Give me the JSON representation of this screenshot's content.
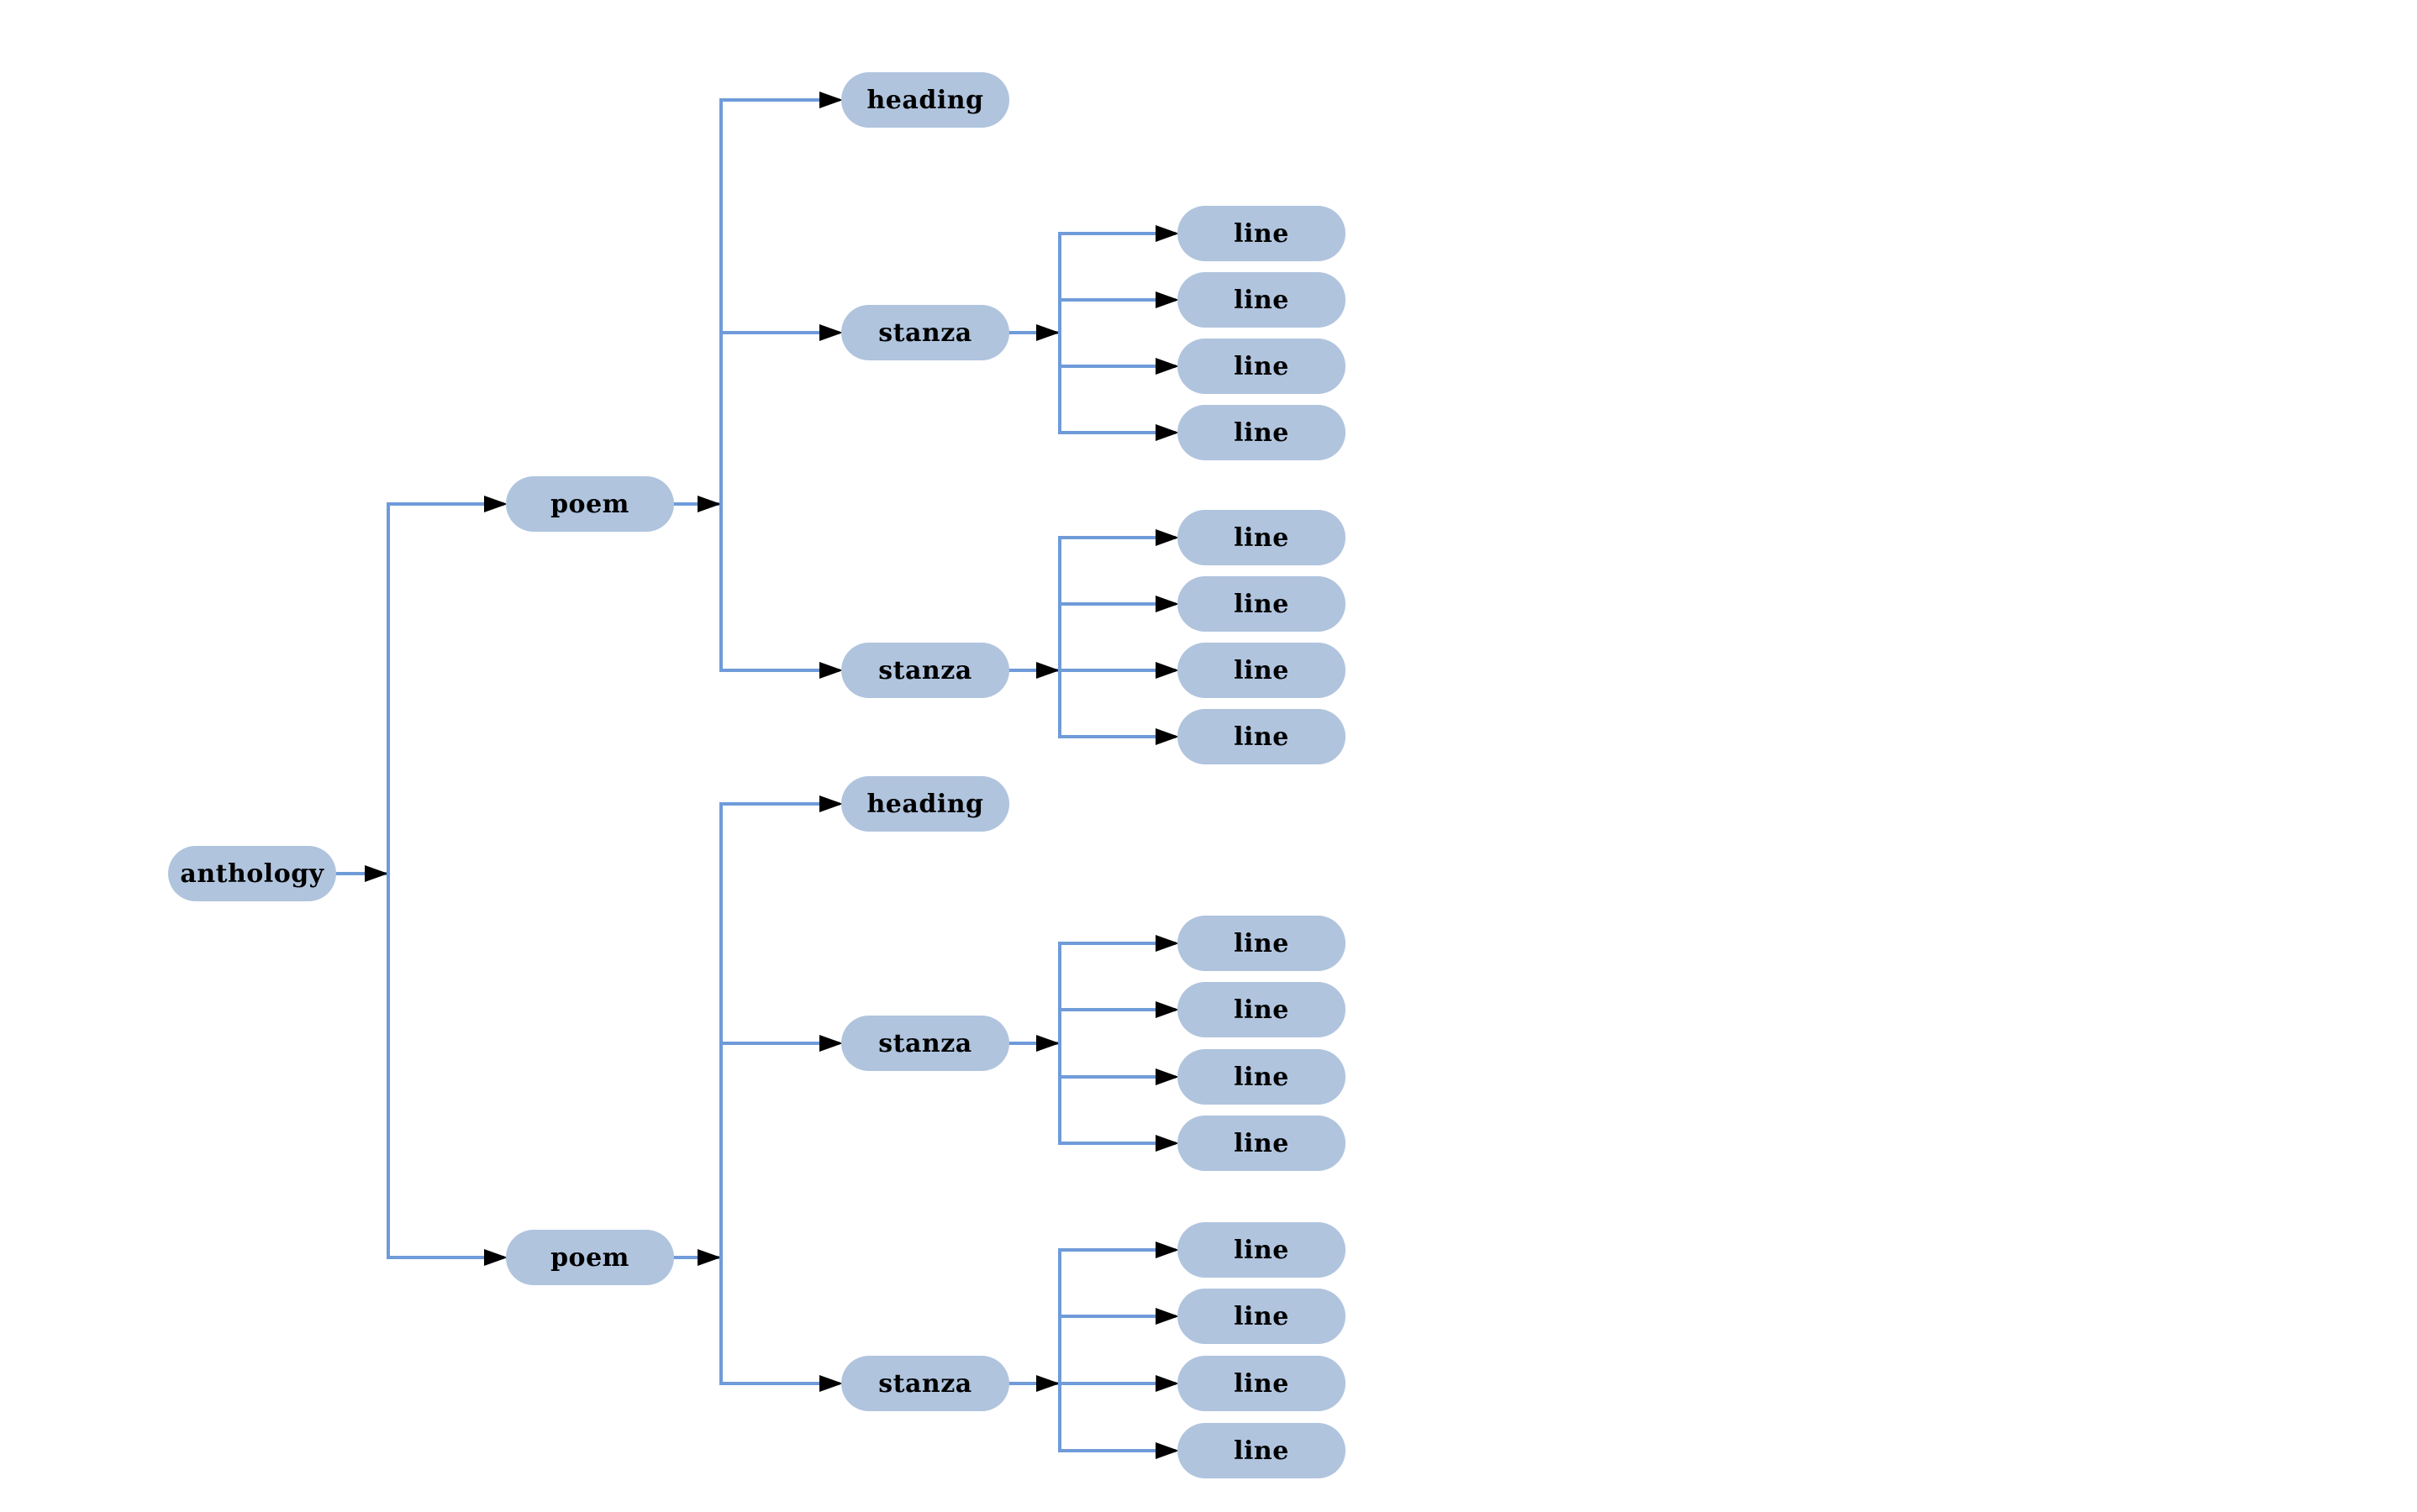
{
  "diagram": {
    "colors": {
      "background": "#ffffff",
      "node_fill": "#b0c4de",
      "edge": "#6f9bd9",
      "arrow": "#000000",
      "text": "#000000"
    },
    "tree": {
      "root": {
        "label": "anthology",
        "children": [
          {
            "label": "poem",
            "children": [
              {
                "label": "heading",
                "children": []
              },
              {
                "label": "stanza",
                "children": [
                  {
                    "label": "line",
                    "children": []
                  },
                  {
                    "label": "line",
                    "children": []
                  },
                  {
                    "label": "line",
                    "children": []
                  },
                  {
                    "label": "line",
                    "children": []
                  }
                ]
              },
              {
                "label": "stanza",
                "children": [
                  {
                    "label": "line",
                    "children": []
                  },
                  {
                    "label": "line",
                    "children": []
                  },
                  {
                    "label": "line",
                    "children": []
                  },
                  {
                    "label": "line",
                    "children": []
                  }
                ]
              }
            ]
          },
          {
            "label": "poem",
            "children": [
              {
                "label": "heading",
                "children": []
              },
              {
                "label": "stanza",
                "children": [
                  {
                    "label": "line",
                    "children": []
                  },
                  {
                    "label": "line",
                    "children": []
                  },
                  {
                    "label": "line",
                    "children": []
                  },
                  {
                    "label": "line",
                    "children": []
                  }
                ]
              },
              {
                "label": "stanza",
                "children": [
                  {
                    "label": "line",
                    "children": []
                  },
                  {
                    "label": "line",
                    "children": []
                  },
                  {
                    "label": "line",
                    "children": []
                  },
                  {
                    "label": "line",
                    "children": []
                  }
                ]
              }
            ]
          }
        ]
      }
    }
  }
}
